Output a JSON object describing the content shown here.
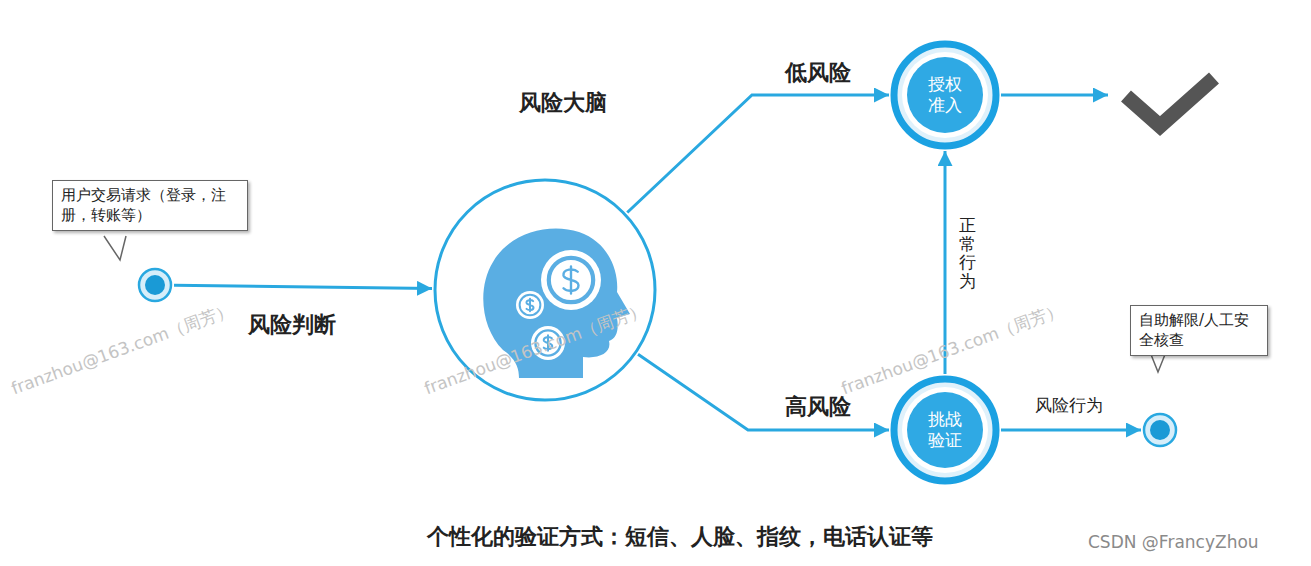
{
  "diagram": {
    "caption": "个性化的验证方式：短信、人脸、指纹，电话认证等",
    "nodes": [
      {
        "text": [
          "用户交易请求（登录，注册，转账等）"
        ]
      },
      {
        "text": [
          "风险大脑"
        ]
      },
      {
        "text": [
          "授权准入"
        ]
      },
      {
        "text": [
          "挑战验证"
        ]
      },
      {
        "text": [
          "自助解限/人工安全核查"
        ]
      }
    ],
    "edges": [
      {
        "from": 0,
        "to": 1,
        "label": "风险判断",
        "arrow": "to"
      },
      {
        "from": 1,
        "to": 2,
        "label": "低风险",
        "arrow": "to"
      },
      {
        "from": 1,
        "to": 3,
        "label": "高风险",
        "arrow": "to"
      },
      {
        "from": 3,
        "to": 2,
        "label": "正常行为",
        "arrow": "to"
      },
      {
        "from": 3,
        "to": 4,
        "label": "风险行为",
        "arrow": "to"
      }
    ],
    "labels": [
      "franzhou@163.com（周芳）",
      "franzhou@163.com（周芳）",
      "franzhou@163.com（周芳）",
      "CSDN @FrancyZhou"
    ]
  }
}
